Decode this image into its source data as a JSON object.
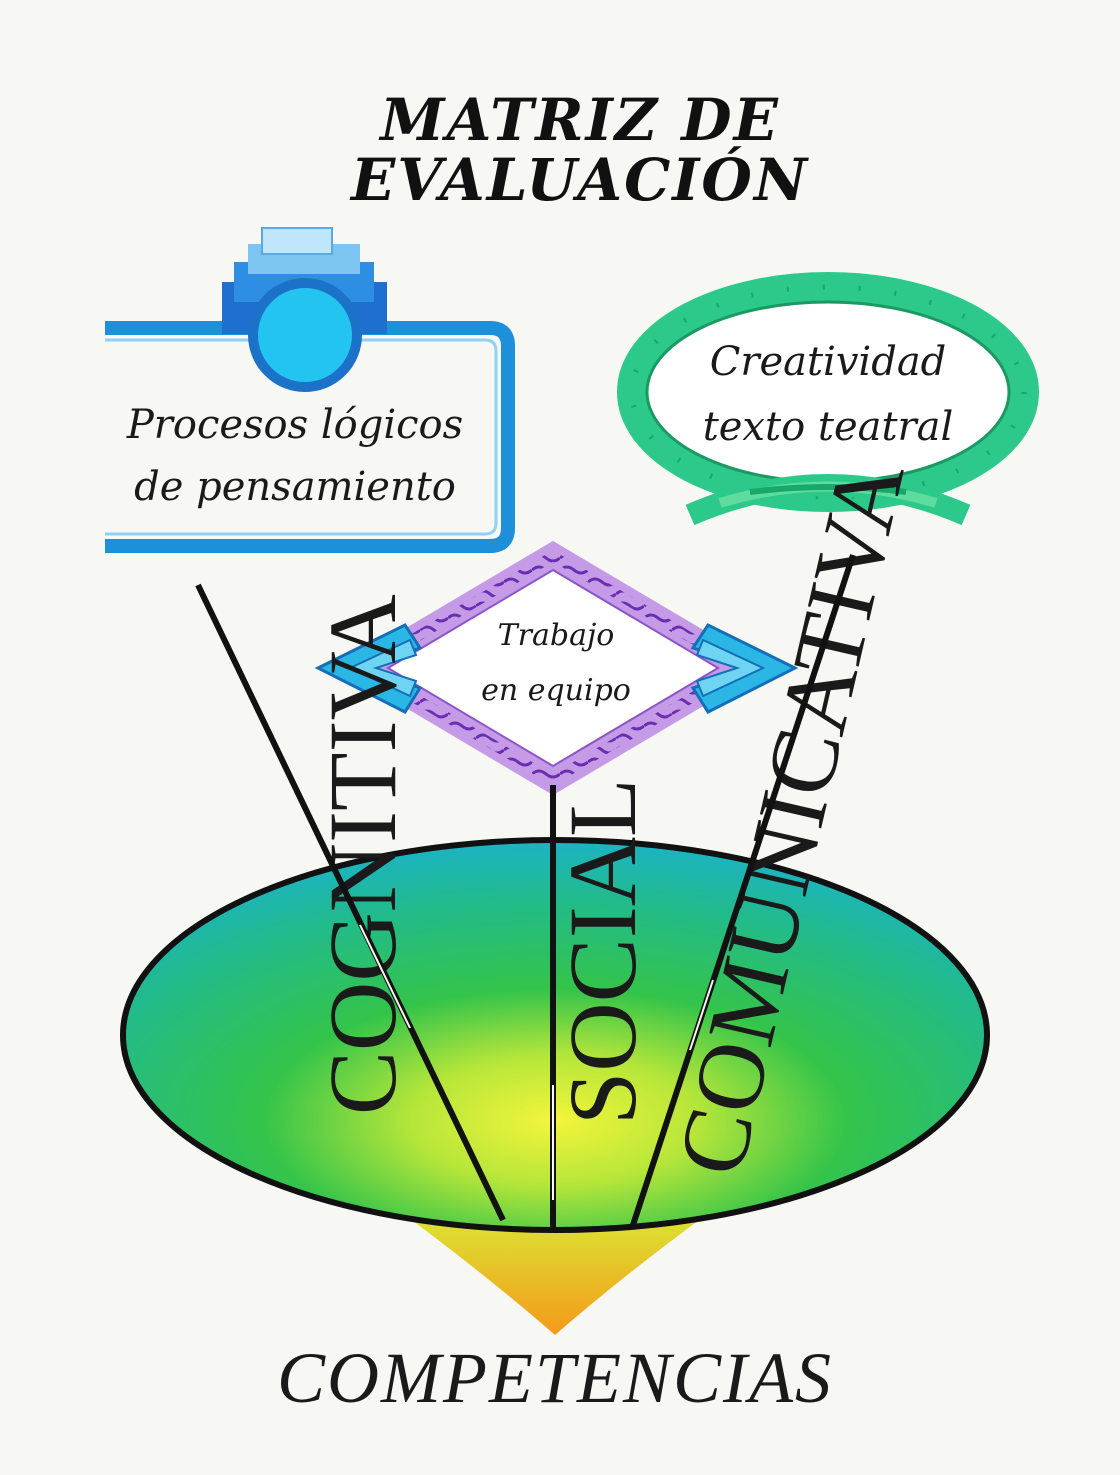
{
  "title": {
    "line1": "MATRIZ DE",
    "line2": "EVALUACIÓN"
  },
  "boxes": {
    "logical": {
      "line1": "Procesos lógicos",
      "line2": "de pensamiento"
    },
    "creativity": {
      "line1": "Creatividad",
      "line2": "texto teatral"
    },
    "teamwork": {
      "line1": "Trabajo",
      "line2": "en equipo"
    }
  },
  "competencies": {
    "cognitive": "COGNITIVA",
    "social": "SOCIAL",
    "communicative": "COMUNICATIVA"
  },
  "bottom_label": "COMPETENCIAS",
  "colors": {
    "blue": "#1e90d6",
    "cyan": "#29c6ee",
    "green": "#33cc77",
    "purple": "#c89be6",
    "wave": "#6a2fb0",
    "cone_top": "#1fb6c9",
    "cone_mid": "#27c24a",
    "cone_center": "#e9f23a",
    "cone_tip": "#f4a21a"
  }
}
